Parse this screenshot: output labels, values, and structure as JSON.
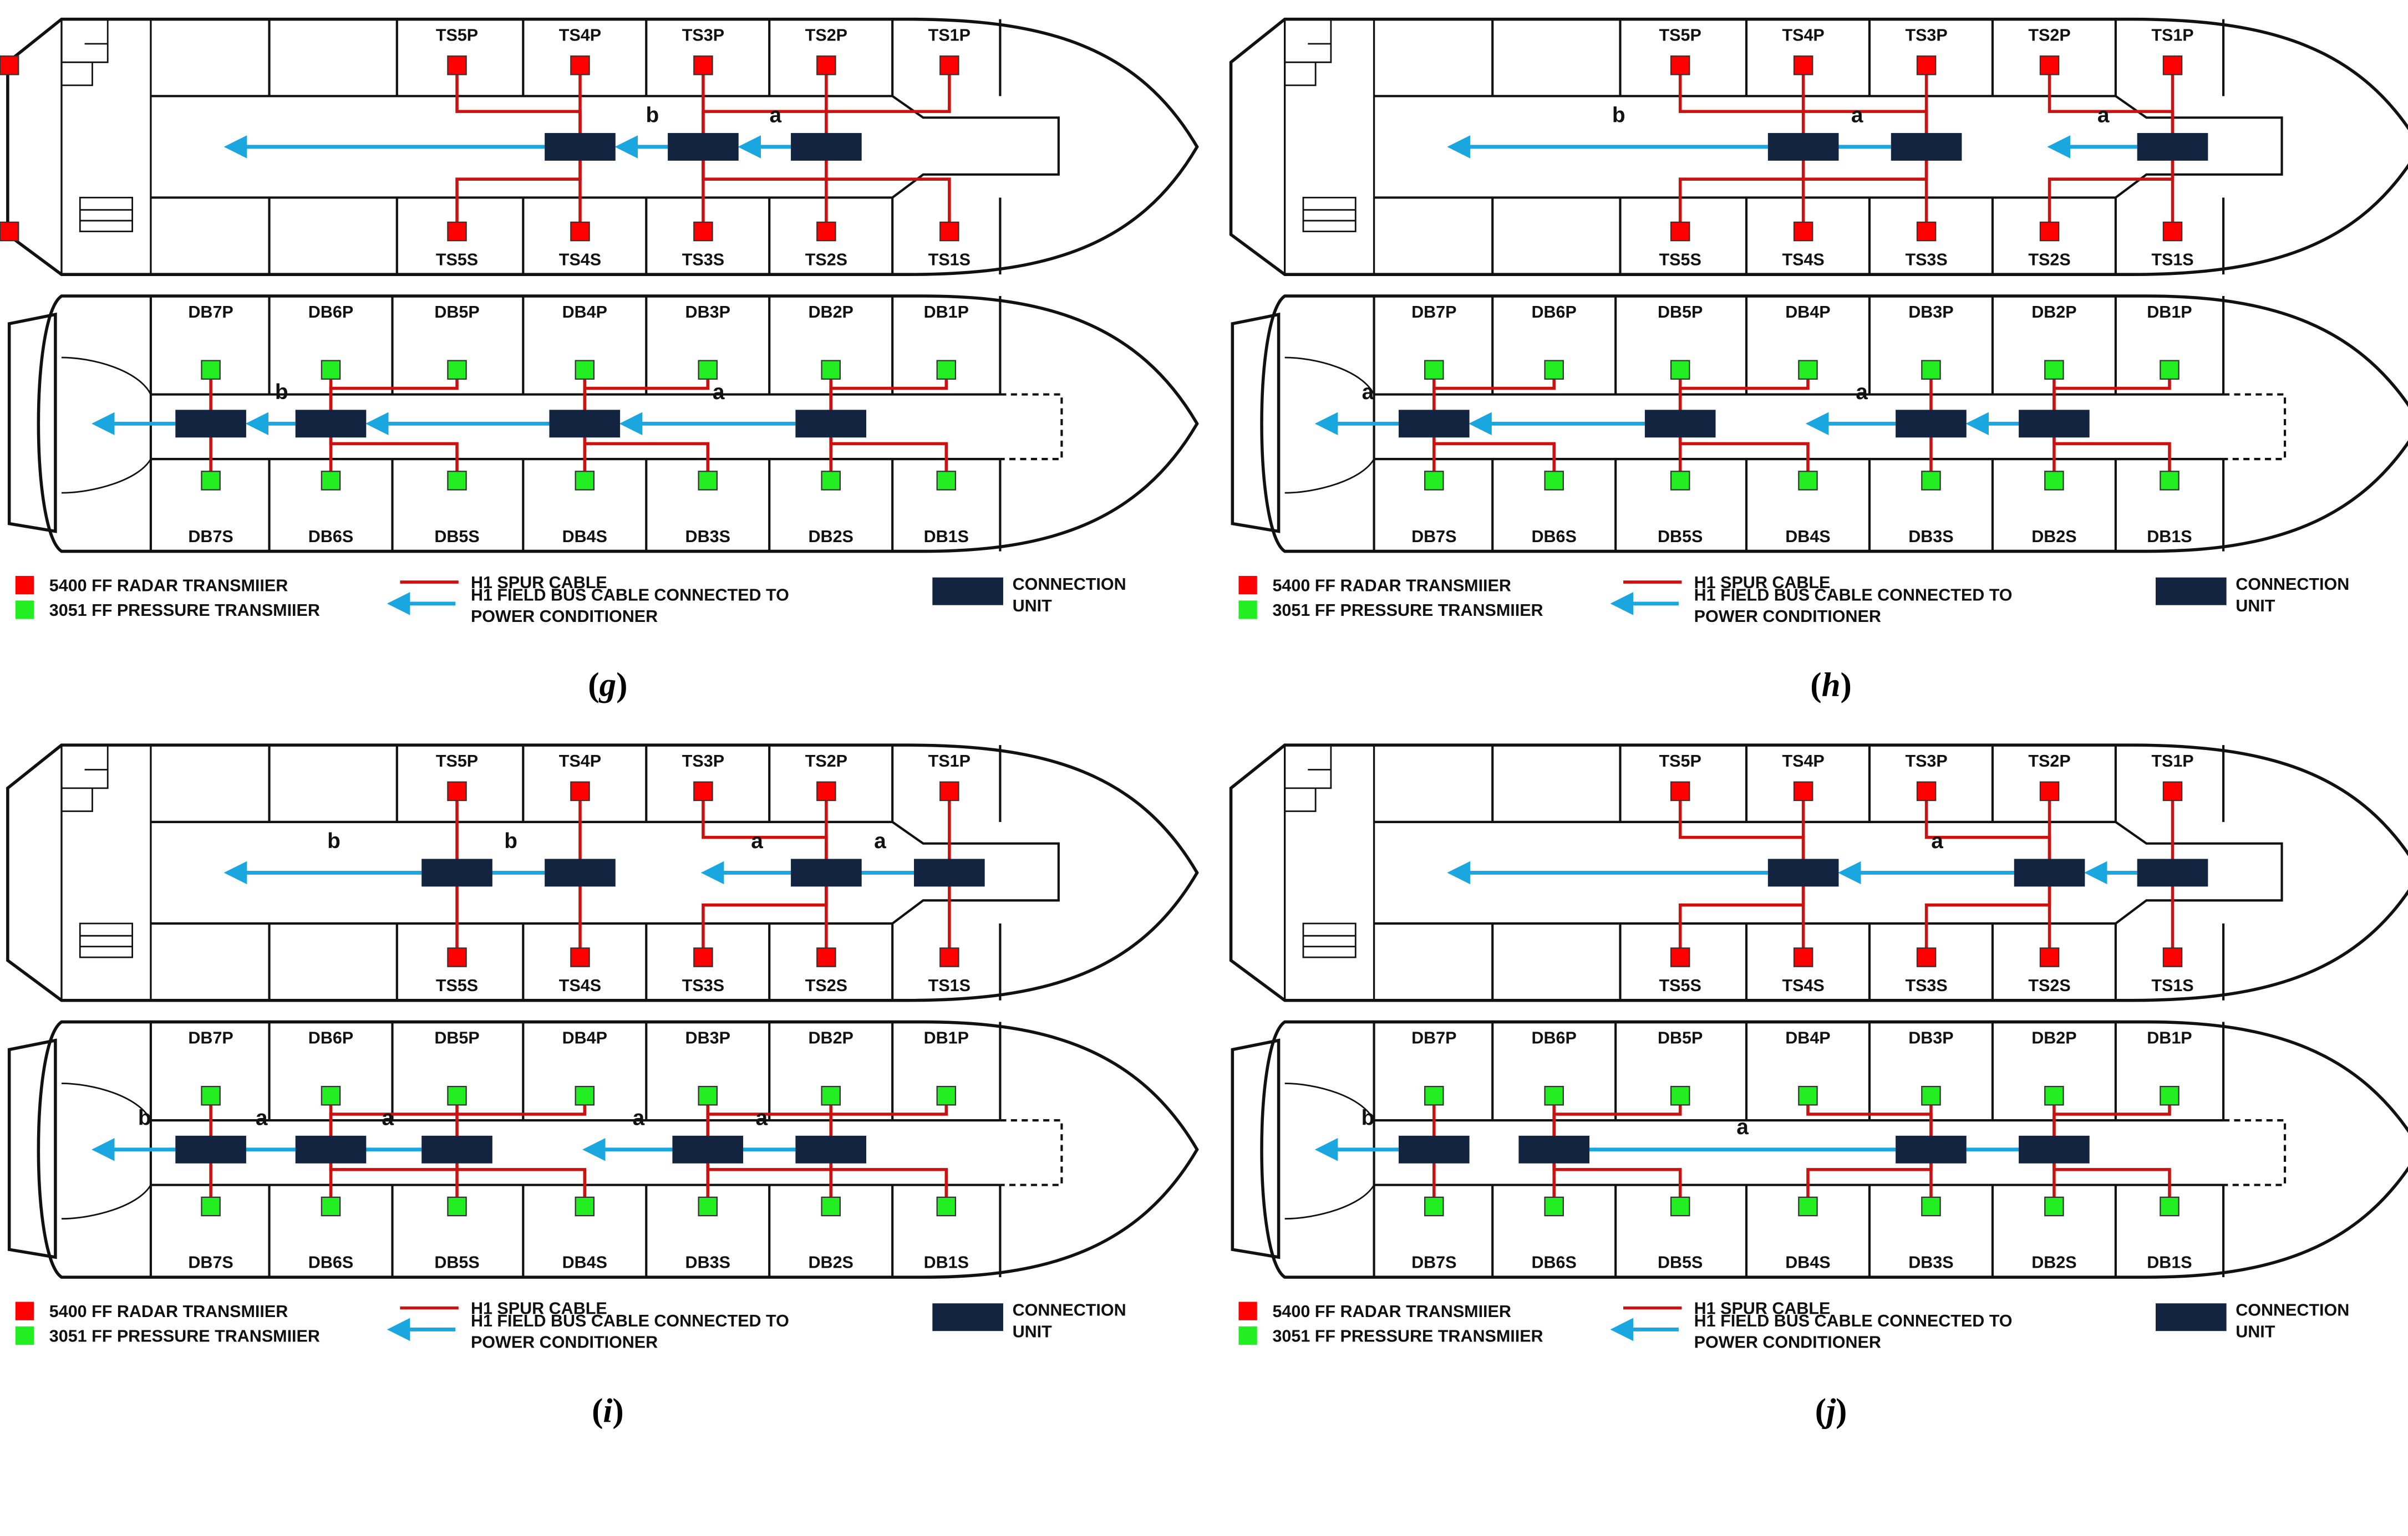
{
  "colors": {
    "radar": "#ff0000",
    "pressure": "#22ee22",
    "spur": "#cc1111",
    "fieldbus": "#1aa7e0",
    "unit": "#132440",
    "hull": "#111111"
  },
  "labels": {
    "ts_top": [
      "TS5P",
      "TS4P",
      "TS3P",
      "TS2P",
      "TS1P"
    ],
    "ts_bot": [
      "TS5S",
      "TS4S",
      "TS3S",
      "TS2S",
      "TS1S"
    ],
    "db_top": [
      "DB7P",
      "DB6P",
      "DB5P",
      "DB4P",
      "DB3P",
      "DB2P",
      "DB1P"
    ],
    "db_bot": [
      "DB7S",
      "DB6S",
      "DB5S",
      "DB4S",
      "DB3S",
      "DB2S",
      "DB1S"
    ]
  },
  "legend": {
    "radar": "5400 FF RADAR TRANSMIIER",
    "pressure": "3051 FF PRESSURE TRANSMIIER",
    "spur": "H1 SPUR CABLE",
    "fieldbus_1": "H1 FIELD BUS  CABLE  CONNECTED TO",
    "fieldbus_2": "POWER CONDITIONER",
    "unit_1": "CONNECTION",
    "unit_2": "UNIT"
  },
  "panels": [
    {
      "caption": "g",
      "ts": {
        "units": [
          {
            "col": 1,
            "cols": [
              0,
              1
            ]
          },
          {
            "col": 2,
            "cols": [
              2,
              3
            ]
          },
          {
            "col": 3,
            "cols": [
              4,
              5
            ]
          }
        ],
        "segments": [
          {
            "from": 0,
            "to": "edge",
            "label": ""
          },
          {
            "from": 1,
            "to": 0,
            "label": "b"
          },
          {
            "from": 2,
            "to": 1,
            "label": "a"
          }
        ]
      },
      "db": {
        "units": [
          {
            "col": 0,
            "cols": [
              0
            ]
          },
          {
            "col": 1,
            "cols": [
              1,
              2
            ]
          },
          {
            "col": 3,
            "cols": [
              3,
              4
            ]
          },
          {
            "col": 5,
            "cols": [
              5,
              6
            ]
          }
        ],
        "segments": [
          {
            "from": 0,
            "to": "edge",
            "label": ""
          },
          {
            "from": 1,
            "to": 0,
            "label": "b"
          },
          {
            "from": 2,
            "to": 1,
            "label": ""
          },
          {
            "from": 3,
            "to": 2,
            "label": "a"
          }
        ]
      }
    },
    {
      "caption": "h",
      "ts": {
        "units": [
          {
            "col": 1,
            "cols": [
              0
            ]
          },
          {
            "col": 2,
            "cols": [
              1,
              2
            ]
          },
          {
            "col": 4,
            "cols": [
              3,
              4
            ]
          }
        ],
        "segments": [
          {
            "from": 0,
            "to": "edge",
            "label": "b"
          },
          {
            "from": 1,
            "to": "gap",
            "label": "a"
          },
          {
            "from": 2,
            "to": "gap",
            "label": "a"
          }
        ]
      },
      "db": {
        "units": [
          {
            "col": 0,
            "cols": [
              0,
              1
            ]
          },
          {
            "col": 2,
            "cols": [
              2,
              3
            ]
          },
          {
            "col": 4,
            "cols": [
              4
            ]
          },
          {
            "col": 5,
            "cols": [
              5,
              6
            ]
          }
        ],
        "segments": [
          {
            "from": 0,
            "to": "edge",
            "label": "a"
          },
          {
            "from": 1,
            "to": 0,
            "label": ""
          },
          {
            "from": 2,
            "to": "gap",
            "label": "a"
          },
          {
            "from": 3,
            "to": 2,
            "label": ""
          }
        ]
      }
    },
    {
      "caption": "i",
      "ts": {
        "units": [
          {
            "col": 0,
            "cols": [
              0
            ]
          },
          {
            "col": 1,
            "cols": [
              1
            ]
          },
          {
            "col": 3,
            "cols": [
              2,
              3
            ]
          },
          {
            "col": 4,
            "cols": [
              4
            ]
          }
        ],
        "segments": [
          {
            "from": 0,
            "to": "edge",
            "label": "b"
          },
          {
            "from": 1,
            "to": "gap",
            "label": "b"
          },
          {
            "from": 2,
            "to": "gap",
            "label": "a"
          },
          {
            "from": 3,
            "to": "gap",
            "label": "a"
          }
        ]
      },
      "db": {
        "units": [
          {
            "col": 0,
            "cols": [
              0
            ]
          },
          {
            "col": 1,
            "cols": [
              1,
              2
            ]
          },
          {
            "col": 2,
            "cols": [
              3
            ]
          },
          {
            "col": 4,
            "cols": [
              4,
              5
            ]
          },
          {
            "col": 5,
            "cols": [
              6
            ]
          }
        ],
        "segments": [
          {
            "from": 0,
            "to": "edge",
            "label": "b"
          },
          {
            "from": 1,
            "to": "gap",
            "label": "a"
          },
          {
            "from": 2,
            "to": "gap",
            "label": "a"
          },
          {
            "from": 3,
            "to": "gap",
            "label": "a"
          },
          {
            "from": 4,
            "to": "gap",
            "label": "a"
          }
        ]
      }
    },
    {
      "caption": "j",
      "ts": {
        "units": [
          {
            "col": 1,
            "cols": [
              0,
              1
            ]
          },
          {
            "col": 3,
            "cols": [
              2,
              3
            ]
          },
          {
            "col": 4,
            "cols": [
              4
            ]
          }
        ],
        "segments": [
          {
            "from": 0,
            "to": "edge",
            "label": ""
          },
          {
            "from": 1,
            "to": 0,
            "label": "a"
          },
          {
            "from": 2,
            "to": 1,
            "label": ""
          }
        ]
      },
      "db": {
        "units": [
          {
            "col": 0,
            "cols": [
              0
            ]
          },
          {
            "col": 1,
            "cols": [
              1,
              2
            ]
          },
          {
            "col": 4,
            "cols": [
              3,
              4
            ]
          },
          {
            "col": 5,
            "cols": [
              5,
              6
            ]
          }
        ],
        "segments": [
          {
            "from": 0,
            "to": "edge",
            "label": "b"
          },
          {
            "from": 1,
            "to": 2,
            "label": "a"
          },
          {
            "from": 2,
            "to": 3,
            "label": ""
          }
        ]
      }
    }
  ]
}
